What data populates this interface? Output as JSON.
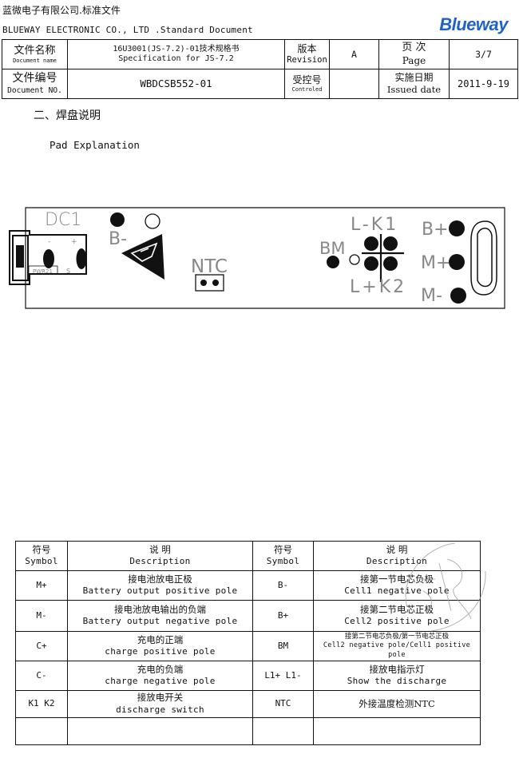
{
  "header": {
    "company_cn": "蓝微电子有限公司.标准文件",
    "company_en": "BLUEWAY  ELECTRONIC  CO., LTD .Standard Document",
    "logo": "Blueway",
    "row1": {
      "doc_name_cn": "文件名称",
      "doc_name_en": "Document name",
      "title_cn": "16U3001(JS-7.2)-01技术规格书",
      "title_en": "Specification for JS-7.2",
      "revision_cn": "版本",
      "revision_en": "Revision",
      "revision_value": "A",
      "page_cn": "页    次",
      "page_en": "Page",
      "page_value": "3/7"
    },
    "row2": {
      "doc_no_cn": "文件编号",
      "doc_no_en": "Document NO.",
      "doc_no_value": "WBDCSB552-01",
      "controlled_cn": "受控号",
      "controlled_en": "Controled",
      "controlled_value": "",
      "issued_cn": "实施日期",
      "issued_en": "Issued date",
      "issued_value": "2011-9-19"
    }
  },
  "section": {
    "heading_cn": "二、焊盘说明",
    "heading_en": "Pad Explanation"
  },
  "board": {
    "labels": {
      "dc1": "DC1",
      "b_minus": "B-",
      "ntc": "NTC",
      "bm": "BM",
      "l_minus_k1": "L-K1",
      "l_plus_k2": "L+K2",
      "b_plus": "B+",
      "m_plus": "M+",
      "m_minus": "M-",
      "pwr21": "PWR21",
      "s": "S",
      "minus": "-",
      "plus": "+"
    }
  },
  "table": {
    "headers": [
      {
        "cn": "符号",
        "en": "Symbol"
      },
      {
        "cn": "说    明",
        "en": "Description"
      },
      {
        "cn": "符号",
        "en": "Symbol"
      },
      {
        "cn": "说    明",
        "en": "Description"
      }
    ],
    "rows": [
      {
        "sym1": "M+",
        "desc1_cn": "接电池放电正极",
        "desc1_en": "Battery output positive pole",
        "sym2": "B-",
        "desc2_cn": "接第一节电芯负极",
        "desc2_en": "Cell1 negative  pole"
      },
      {
        "sym1": "M-",
        "desc1_cn": "接电池放电输出的负端",
        "desc1_en": "Battery output negative pole",
        "sym2": "B+",
        "desc2_cn": "接第二节电芯正极",
        "desc2_en": "Cell2 positive pole"
      },
      {
        "sym1": "C+",
        "desc1_cn": "充电的正端",
        "desc1_en": "charge positive pole",
        "sym2": "BM",
        "desc2_cn": "接第二节电芯负极/第一节电芯正极",
        "desc2_en": "Cell2 negative pole/Cell1 positive pole"
      },
      {
        "sym1": "C-",
        "desc1_cn": "充电的负端",
        "desc1_en": "charge negative pole",
        "sym2": "L1+ L1-",
        "desc2_cn": "接放电指示灯",
        "desc2_en": "Show the discharge"
      },
      {
        "sym1": "K1 K2",
        "desc1_cn": "接放电开关",
        "desc1_en": "discharge switch",
        "sym2": "NTC",
        "desc2_cn": "外接温度检测NTC",
        "desc2_en": ""
      },
      {
        "sym1": "",
        "desc1_cn": "",
        "desc1_en": "",
        "sym2": "",
        "desc2_cn": "",
        "desc2_en": ""
      }
    ]
  },
  "colors": {
    "logo": "#1f63c9",
    "stamp": "#9a9a9a",
    "line": "#111111"
  }
}
